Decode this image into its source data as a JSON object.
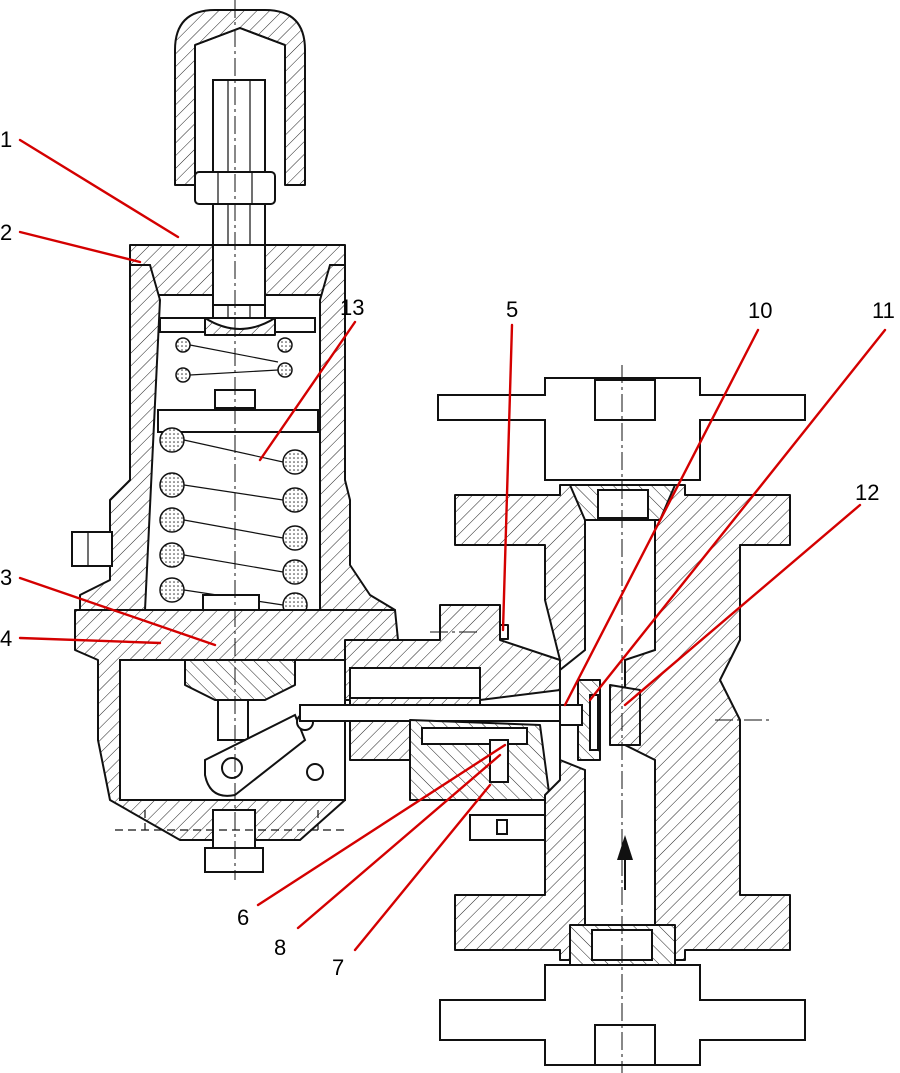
{
  "callouts": [
    {
      "id": "1",
      "label": "1"
    },
    {
      "id": "2",
      "label": "2"
    },
    {
      "id": "3",
      "label": "3"
    },
    {
      "id": "4",
      "label": "4"
    },
    {
      "id": "5",
      "label": "5"
    },
    {
      "id": "6",
      "label": "6"
    },
    {
      "id": "7",
      "label": "7"
    },
    {
      "id": "8",
      "label": "8"
    },
    {
      "id": "10",
      "label": "10"
    },
    {
      "id": "11",
      "label": "11"
    },
    {
      "id": "12",
      "label": "12"
    },
    {
      "id": "13",
      "label": "13"
    }
  ],
  "colors": {
    "leader": "#d40000",
    "ink": "#111111",
    "background": "#ffffff"
  }
}
